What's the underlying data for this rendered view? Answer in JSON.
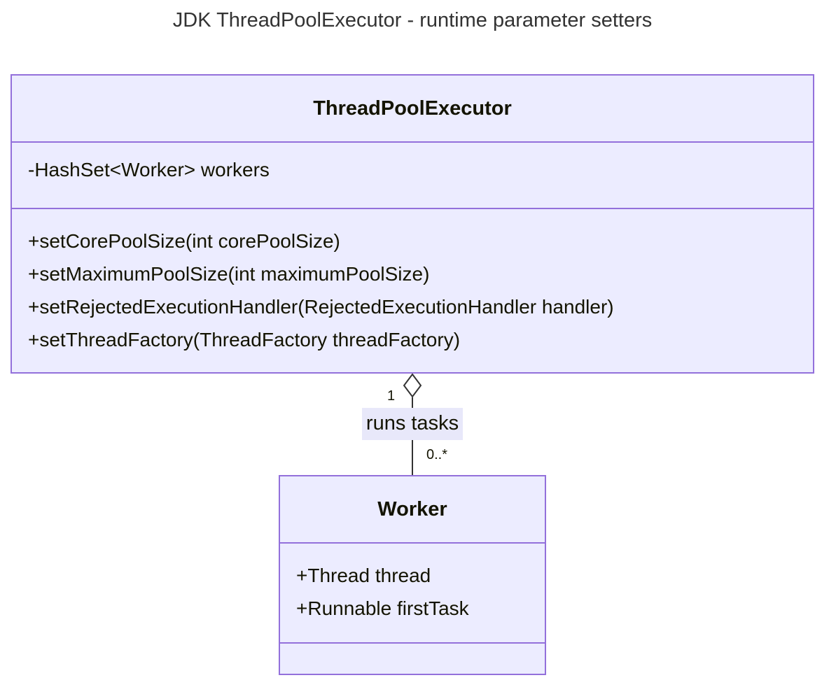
{
  "diagram": {
    "title": "JDK ThreadPoolExecutor - runtime parameter setters",
    "classes": {
      "thread_pool_executor": {
        "name": "ThreadPoolExecutor",
        "attributes": [
          "-HashSet<Worker> workers"
        ],
        "methods": [
          "+setCorePoolSize(int corePoolSize)",
          "+setMaximumPoolSize(int maximumPoolSize)",
          "+setRejectedExecutionHandler(RejectedExecutionHandler handler)",
          "+setThreadFactory(ThreadFactory threadFactory)"
        ]
      },
      "worker": {
        "name": "Worker",
        "attributes": [
          "+Thread thread",
          "+Runnable firstTask"
        ],
        "methods": []
      }
    },
    "relation": {
      "type": "aggregation",
      "label": "runs tasks",
      "from_multiplicity": "1",
      "to_multiplicity": "0..*"
    },
    "colors": {
      "class_fill": "#ececff",
      "class_border": "#9370db",
      "edge": "#333333",
      "label_background": "#e8e8fa"
    }
  }
}
